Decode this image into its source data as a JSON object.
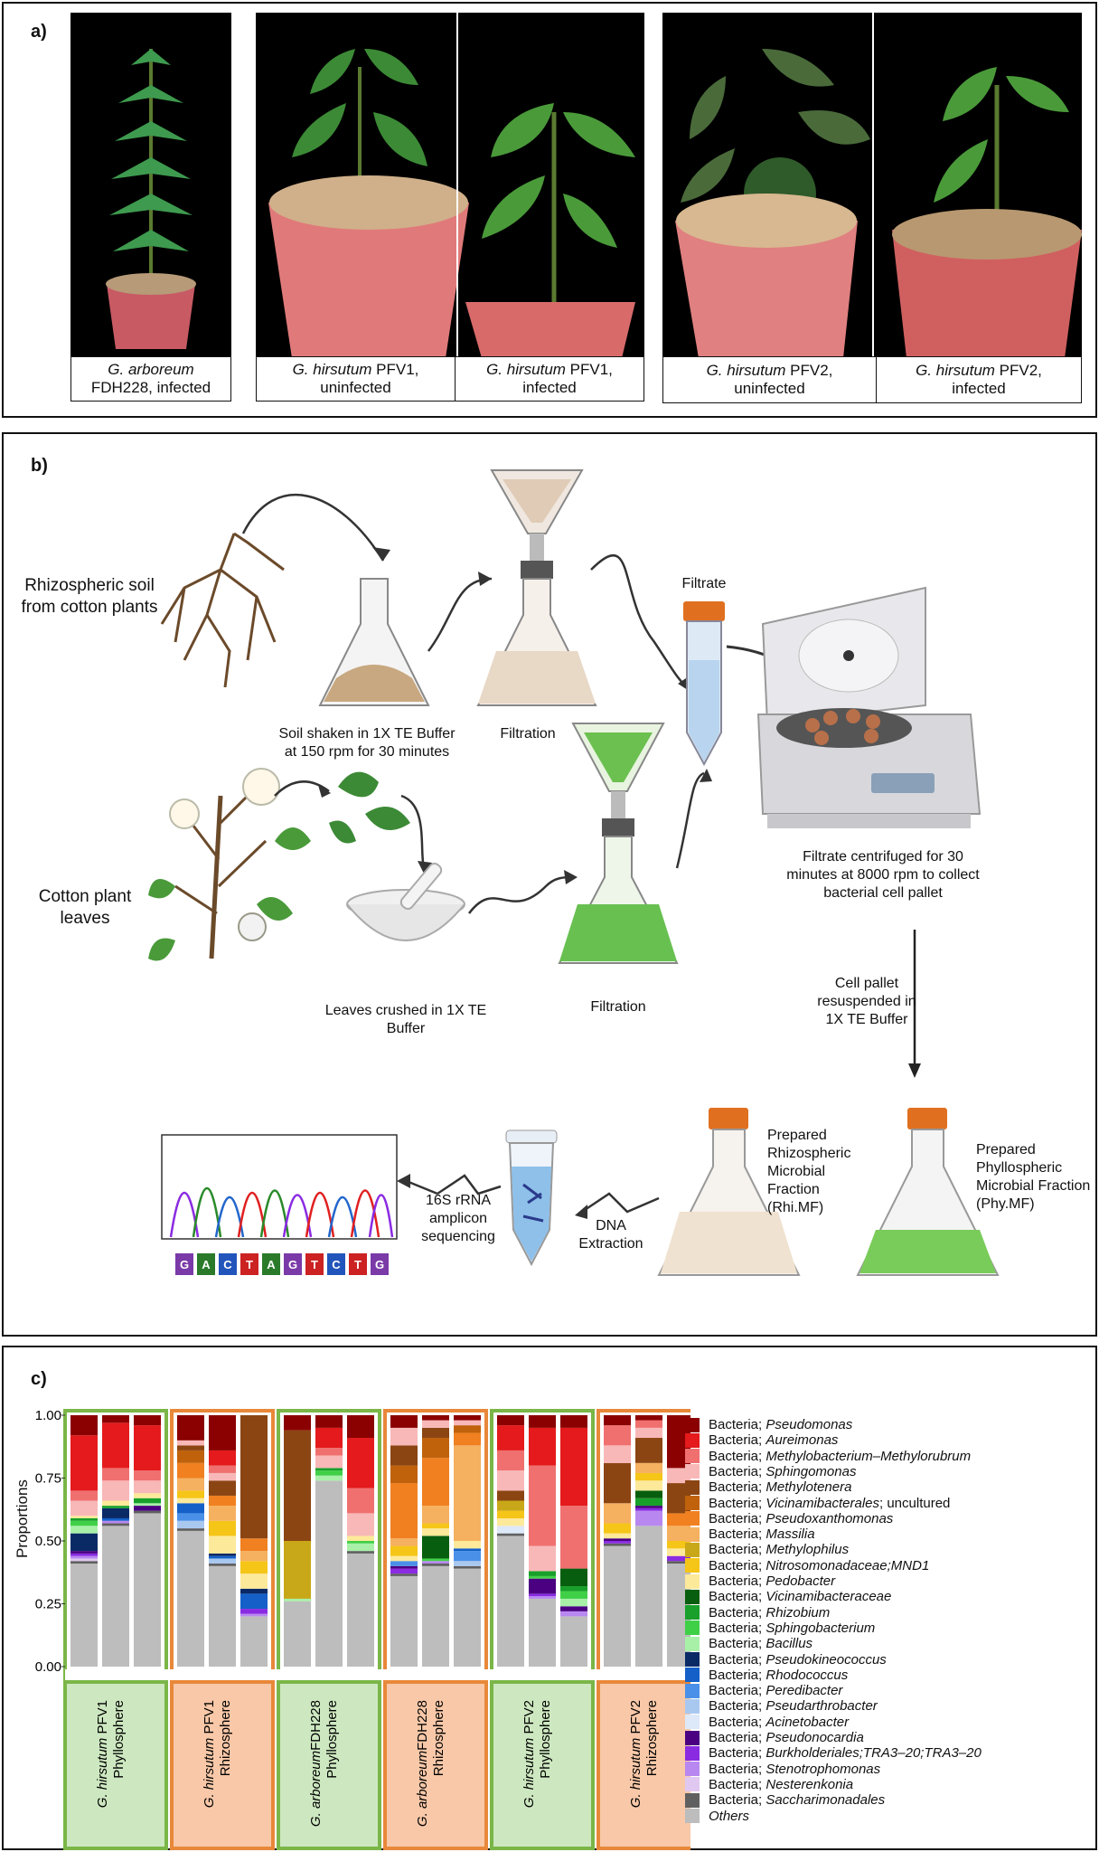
{
  "panel_a": {
    "label": "a)",
    "captions": [
      {
        "species": "G. arboreum",
        "rest": "FDH228, infected"
      },
      {
        "species": "G. hirsutum",
        "rest": " PFV1,",
        "line2": "uninfected"
      },
      {
        "species": "G. hirsutum",
        "rest": " PFV1,",
        "line2": "infected"
      },
      {
        "species": "G. hirsutum",
        "rest": " PFV2,",
        "line2": "uninfected"
      },
      {
        "species": "G. hirsutum",
        "rest": " PFV2,",
        "line2": "infected"
      }
    ]
  },
  "panel_b": {
    "label": "b)",
    "rhizo_soil": "Rhizospheric soil from cotton plants",
    "soil_shaken": "Soil shaken in 1X TE Buffer at 150 rpm for 30 minutes",
    "filtration1": "Filtration",
    "filtrate": "Filtrate",
    "cotton_leaves": "Cotton plant leaves",
    "leaves_crushed": "Leaves crushed in 1X TE Buffer",
    "filtration2": "Filtration",
    "centrifuged": "Filtrate centrifuged for 30 minutes at 8000 rpm to collect bacterial cell pallet",
    "resuspended": "Cell pallet resuspended in 1X TE Buffer",
    "prep_rhizo": "Prepared Rhizospheric Microbial Fraction (Rhi.MF)",
    "prep_phyllo": "Prepared Phyllospheric Microbial Fraction (Phy.MF)",
    "dna_extraction": "DNA Extraction",
    "sequencing": "16S rRNA amplicon sequencing",
    "bases": [
      "G",
      "A",
      "C",
      "T",
      "A",
      "G",
      "T",
      "C",
      "T",
      "G"
    ]
  },
  "panel_c": {
    "label": "c)",
    "chart_data": {
      "type": "bar",
      "stacked": true,
      "ylabel": "Proportions",
      "ylim": [
        0,
        1
      ],
      "yticks": [
        "0.00",
        "0.25",
        "0.50",
        "0.75",
        "1.00"
      ],
      "groups": [
        {
          "species": "G. hirsutum",
          "rest": " PFV1",
          "sub": "Phyllosphere",
          "kind": "phyllo"
        },
        {
          "species": "G. hirsutum",
          "rest": " PFV1",
          "sub": "Rhizosphere",
          "kind": "rhizo"
        },
        {
          "species": "G. arboreum",
          "rest": "FDH228",
          "sub": "Phyllosphere",
          "kind": "phyllo"
        },
        {
          "species": "G. arboreum",
          "rest": "FDH228",
          "sub": "Rhizosphere",
          "kind": "rhizo"
        },
        {
          "species": "G. hirsutum",
          "rest": " PFV2",
          "sub": "Phyllosphere",
          "kind": "phyllo"
        },
        {
          "species": "G. hirsutum",
          "rest": " PFV2",
          "sub": "Rhizosphere",
          "kind": "rhizo"
        }
      ],
      "taxa": [
        {
          "prefix": "Bacteria; ",
          "name": "Pseudomonas",
          "color": "#8b0000"
        },
        {
          "prefix": "Bacteria; ",
          "name": "Aureimonas",
          "color": "#e41a1c"
        },
        {
          "prefix": "Bacteria; ",
          "name": "Methylobacterium–Methylorubrum",
          "color": "#f07070"
        },
        {
          "prefix": "Bacteria; ",
          "name": "Sphingomonas",
          "color": "#f8b8b8"
        },
        {
          "prefix": "Bacteria; ",
          "name": "Methylotenera",
          "color": "#8b4513"
        },
        {
          "prefix": "Bacteria; ",
          "name": "Vicinamibacterales",
          "suffix": "; uncultured",
          "color": "#c0620c"
        },
        {
          "prefix": "Bacteria; ",
          "name": "Pseudoxanthomonas",
          "color": "#f08020"
        },
        {
          "prefix": "Bacteria; ",
          "name": "Massilia",
          "color": "#f5b060"
        },
        {
          "prefix": "Bacteria; ",
          "name": "Methylophilus",
          "color": "#c8a818"
        },
        {
          "prefix": "Bacteria; ",
          "name": "Nitrosomonadaceae;MND1",
          "color": "#f5c518"
        },
        {
          "prefix": "Bacteria; ",
          "name": "Pedobacter",
          "color": "#fde99a"
        },
        {
          "prefix": "Bacteria; ",
          "name": "Vicinamibacteraceae",
          "color": "#075e0f"
        },
        {
          "prefix": "Bacteria; ",
          "name": "Rhizobium",
          "color": "#18a02a"
        },
        {
          "prefix": "Bacteria; ",
          "name": "Sphingobacterium",
          "color": "#40d048"
        },
        {
          "prefix": "Bacteria; ",
          "name": "Bacillus",
          "color": "#a8f0a8"
        },
        {
          "prefix": "Bacteria; ",
          "name": "Pseudokineococcus",
          "color": "#0a2a66"
        },
        {
          "prefix": "Bacteria; ",
          "name": "Rhodococcus",
          "color": "#1460c8"
        },
        {
          "prefix": "Bacteria; ",
          "name": "Peredibacter",
          "color": "#4a90e8"
        },
        {
          "prefix": "Bacteria; ",
          "name": "Pseudarthrobacter",
          "color": "#a8c8f0"
        },
        {
          "prefix": "Bacteria; ",
          "name": "Acinetobacter",
          "color": "#dde8f8"
        },
        {
          "prefix": "Bacteria; ",
          "name": "Pseudonocardia",
          "color": "#4b0082"
        },
        {
          "prefix": "Bacteria; ",
          "name": "Burkholderiales;TRA3–20;TRA3–20",
          "color": "#8a2be2"
        },
        {
          "prefix": "Bacteria; ",
          "name": "Stenotrophomonas",
          "color": "#b888f0"
        },
        {
          "prefix": "Bacteria; ",
          "name": "Nesterenkonia",
          "color": "#e0c8f0"
        },
        {
          "prefix": "Bacteria; ",
          "name": "Saccharimonadales",
          "color": "#606060"
        },
        {
          "prefix": "",
          "name": "Others",
          "color": "#bdbdbd"
        }
      ],
      "bars": [
        {
          "Others": 0.41,
          "Saccharimonadales": 0.01,
          "Nesterenkonia": 0.01,
          "Stenotrophomonas": 0.01,
          "Burkholderiales;TRA3–20;TRA3–20": 0.01,
          "Pseudonocardia": 0.01,
          "Pseudokineococcus": 0.07,
          "Bacillus": 0.03,
          "Sphingobacterium": 0.02,
          "Rhizobium": 0.01,
          "Pedobacter": 0.01,
          "Sphingomonas": 0.06,
          "Methylobacterium–Methylorubrum": 0.04,
          "Aureimonas": 0.22,
          "Pseudomonas": 0.08
        },
        {
          "Others": 0.56,
          "Saccharimonadales": 0.01,
          "Stenotrophomonas": 0.01,
          "Pseudokineococcus": 0.04,
          "Rhodococcus": 0.01,
          "Rhizobium": 0.01,
          "Pedobacter": 0.02,
          "Sphingomonas": 0.08,
          "Methylobacterium–Methylorubrum": 0.05,
          "Aureimonas": 0.18,
          "Pseudomonas": 0.03
        },
        {
          "Others": 0.61,
          "Saccharimonadales": 0.01,
          "Pseudonocardia": 0.02,
          "Rhizobium": 0.02,
          "Bacillus": 0.01,
          "Pedobacter": 0.02,
          "Sphingomonas": 0.05,
          "Methylobacterium–Methylorubrum": 0.04,
          "Aureimonas": 0.18,
          "Pseudomonas": 0.04
        },
        {
          "Others": 0.54,
          "Saccharimonadales": 0.01,
          "Pseudarthrobacter": 0.03,
          "Peredibacter": 0.03,
          "Rhodococcus": 0.04,
          "Pedobacter": 0.02,
          "Nitrosomonadaceae;MND1": 0.03,
          "Massilia": 0.05,
          "Pseudoxanthomonas": 0.06,
          "Vicinamibacterales": 0.05,
          "Methylotenera": 0.02,
          "Sphingomonas": 0.02,
          "Pseudomonas": 0.1
        },
        {
          "Others": 0.4,
          "Saccharimonadales": 0.01,
          "Pseudokineococcus": 0.01,
          "Rhodococcus": 0.01,
          "Pseudarthrobacter": 0.02,
          "Pedobacter": 0.07,
          "Nitrosomonadaceae;MND1": 0.06,
          "Massilia": 0.06,
          "Pseudoxanthomonas": 0.04,
          "Methylotenera": 0.06,
          "Sphingomonas": 0.03,
          "Methylobacterium–Methylorubrum": 0.03,
          "Aureimonas": 0.06,
          "Pseudomonas": 0.14
        },
        {
          "Others": 0.2,
          "Stenotrophomonas": 0.01,
          "Burkholderiales;TRA3–20;TRA3–20": 0.02,
          "Rhodococcus": 0.06,
          "Pseudokineococcus": 0.02,
          "Pedobacter": 0.06,
          "Nitrosomonadaceae;MND1": 0.05,
          "Massilia": 0.04,
          "Pseudoxanthomonas": 0.05,
          "Methylotenera": 0.49
        },
        {
          "Others": 0.26,
          "Bacillus": 0.01,
          "Methylophilus": 0.23,
          "Methylotenera": 0.44,
          "Pseudomonas": 0.06
        },
        {
          "Others": 0.74,
          "Sphingobacterium": 0.02,
          "Rhizobium": 0.01,
          "Bacillus": 0.02,
          "Sphingomonas": 0.05,
          "Methylobacterium–Methylorubrum": 0.03,
          "Aureimonas": 0.08,
          "Pseudomonas": 0.05
        },
        {
          "Others": 0.45,
          "Saccharimonadales": 0.01,
          "Bacillus": 0.03,
          "Sphingobacterium": 0.01,
          "Pedobacter": 0.02,
          "Sphingomonas": 0.09,
          "Methylobacterium–Methylorubrum": 0.1,
          "Aureimonas": 0.2,
          "Pseudomonas": 0.09
        },
        {
          "Others": 0.36,
          "Saccharimonadales": 0.01,
          "Burkholderiales;TRA3–20;TRA3–20": 0.02,
          "Pseudonocardia": 0.01,
          "Peredibacter": 0.02,
          "Pedobacter": 0.02,
          "Nitrosomonadaceae;MND1": 0.04,
          "Massilia": 0.03,
          "Pseudoxanthomonas": 0.22,
          "Vicinamibacterales": 0.07,
          "Methylotenera": 0.08,
          "Sphingomonas": 0.07,
          "Pseudomonas": 0.05
        },
        {
          "Others": 0.4,
          "Saccharimonadales": 0.01,
          "Stenotrophomonas": 0.01,
          "Sphingobacterium": 0.01,
          "Vicinamibacteraceae": 0.09,
          "Pedobacter": 0.03,
          "Nitrosomonadaceae;MND1": 0.02,
          "Massilia": 0.07,
          "Pseudoxanthomonas": 0.19,
          "Vicinamibacterales": 0.08,
          "Methylotenera": 0.04,
          "Sphingomonas": 0.03,
          "Pseudomonas": 0.02
        },
        {
          "Others": 0.39,
          "Saccharimonadales": 0.01,
          "Pseudarthrobacter": 0.02,
          "Peredibacter": 0.04,
          "Rhodococcus": 0.01,
          "Pedobacter": 0.03,
          "Massilia": 0.38,
          "Pseudoxanthomonas": 0.05,
          "Vicinamibacterales": 0.03,
          "Sphingomonas": 0.02,
          "Pseudomonas": 0.02
        },
        {
          "Others": 0.52,
          "Saccharimonadales": 0.01,
          "Acinetobacter": 0.03,
          "Pedobacter": 0.03,
          "Nitrosomonadaceae;MND1": 0.03,
          "Methylophilus": 0.04,
          "Methylotenera": 0.04,
          "Sphingomonas": 0.08,
          "Methylobacterium–Methylorubrum": 0.08,
          "Aureimonas": 0.1,
          "Pseudomonas": 0.04
        },
        {
          "Others": 0.27,
          "Pseudonocardia": 0.06,
          "Burkholderiales;TRA3–20;TRA3–20": 0.01,
          "Stenotrophomonas": 0.01,
          "Rhizobium": 0.02,
          "Sphingobacterium": 0.01,
          "Sphingomonas": 0.1,
          "Methylobacterium–Methylorubrum": 0.32,
          "Aureimonas": 0.15,
          "Pseudomonas": 0.05
        },
        {
          "Others": 0.2,
          "Pseudonocardia": 0.02,
          "Stenotrophomonas": 0.02,
          "Bacillus": 0.03,
          "Rhizobium": 0.02,
          "Sphingobacterium": 0.03,
          "Vicinamibacteraceae": 0.07,
          "Methylobacterium–Methylorubrum": 0.25,
          "Aureimonas": 0.31,
          "Pseudomonas": 0.05
        },
        {
          "Others": 0.48,
          "Saccharimonadales": 0.01,
          "Pseudonocardia": 0.01,
          "Burkholderiales;TRA3–20;TRA3–20": 0.01,
          "Pedobacter": 0.02,
          "Nitrosomonadaceae;MND1": 0.04,
          "Massilia": 0.08,
          "Methylotenera": 0.16,
          "Sphingomonas": 0.07,
          "Methylobacterium–Methylorubrum": 0.08,
          "Pseudomonas": 0.04
        },
        {
          "Others": 0.56,
          "Stenotrophomonas": 0.06,
          "Pseudonocardia": 0.01,
          "Burkholderiales;TRA3–20;TRA3–20": 0.01,
          "Pedobacter": 0.04,
          "Nitrosomonadaceae;MND1": 0.03,
          "Rhizobium": 0.03,
          "Vicinamibacteraceae": 0.03,
          "Massilia": 0.04,
          "Methylotenera": 0.1,
          "Sphingomonas": 0.04,
          "Methylobacterium–Methylorubrum": 0.03,
          "Pseudomonas": 0.02
        },
        {
          "Others": 0.41,
          "Saccharimonadales": 0.01,
          "Burkholderiales;TRA3–20;TRA3–20": 0.02,
          "Pedobacter": 0.03,
          "Nitrosomonadaceae;MND1": 0.03,
          "Massilia": 0.06,
          "Pseudoxanthomonas": 0.05,
          "Methylotenera": 0.12,
          "Sphingomonas": 0.06,
          "Pseudomonas": 0.21
        }
      ]
    }
  }
}
